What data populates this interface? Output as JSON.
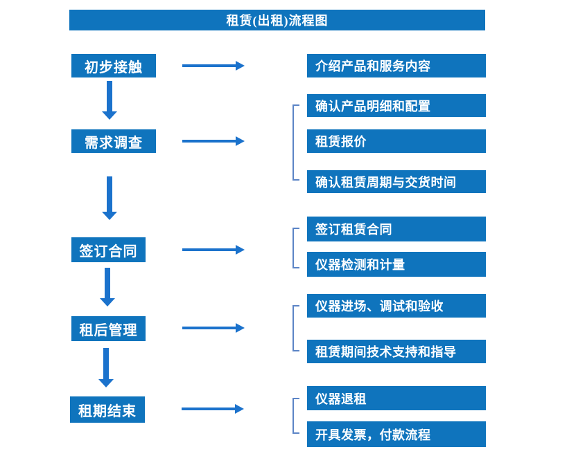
{
  "title": "租赁(出租)流程图",
  "colors": {
    "primary_blue": "#0F74BD",
    "arrow_blue": "#1B72CC",
    "bracket_blue": "#5B84C6",
    "text_white": "#FFFFFF",
    "background": "#FFFFFF"
  },
  "steps": [
    {
      "label": "初步接触",
      "outputs": [
        "介绍产品和服务内容"
      ]
    },
    {
      "label": "需求调查",
      "outputs": [
        "确认产品明细和配置",
        "租赁报价",
        "确认租赁周期与交货时间"
      ]
    },
    {
      "label": "签订合同",
      "outputs": [
        "签订租赁合同",
        "仪器检测和计量"
      ]
    },
    {
      "label": "租后管理",
      "outputs": [
        "仪器进场、调试和验收",
        "租赁期间技术支持和指导"
      ]
    },
    {
      "label": "租期结束",
      "outputs": [
        "仪器退租",
        "开具发票，付款流程"
      ]
    }
  ]
}
